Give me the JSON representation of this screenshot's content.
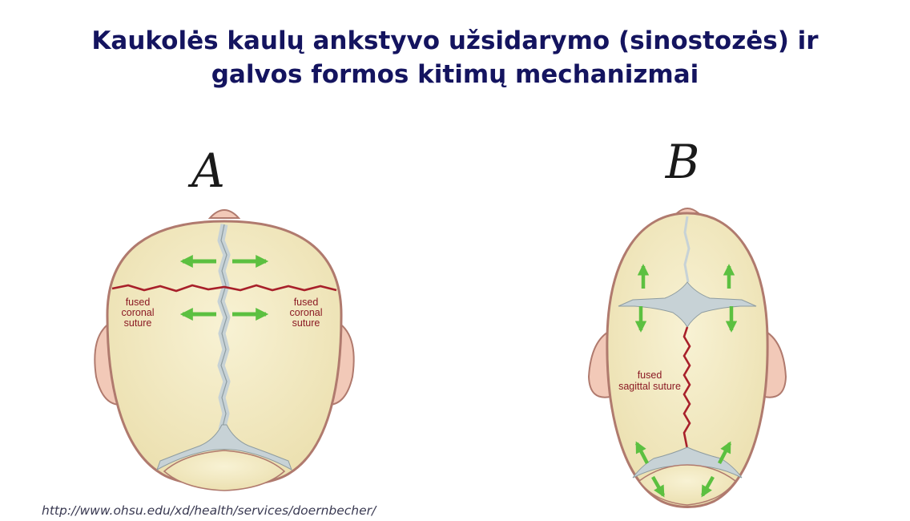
{
  "title": {
    "line1": "Kaukolės kaulų ankstyvo užsidarymo (sinostozės) ir",
    "line2": "galvos formos kitimų mechanizmai"
  },
  "panel_a": {
    "letter": "A",
    "left_label": [
      "fused",
      "coronal",
      "suture"
    ],
    "right_label": [
      "fused",
      "coronal",
      "suture"
    ]
  },
  "panel_b": {
    "letter": "B",
    "label": [
      "fused",
      "sagittal suture"
    ]
  },
  "source": "http://www.ohsu.edu/xd/health/services/doernbecher/",
  "colors": {
    "title": "#14145f",
    "bone": "#f4edc3",
    "skull_outline": "#b07a6e",
    "suture_open": "#c7d2d6",
    "suture_fused": "#a8202a",
    "arrow": "#5cc040",
    "label": "#8b1a24"
  }
}
